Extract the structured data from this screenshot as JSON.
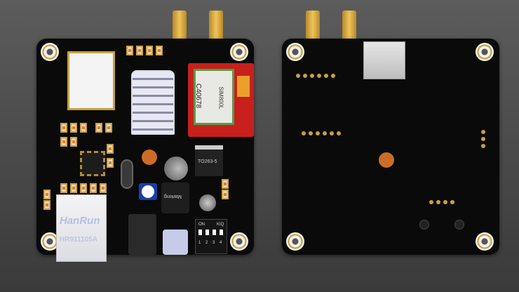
{
  "front_board": {
    "ethernet": {
      "brand": "HanRun",
      "model": "HR911105A"
    },
    "gsm_module": {
      "name": "SIM800L",
      "code": "C40678"
    },
    "regulator": {
      "label": "TO263-5"
    },
    "inductor": {
      "label": "Marking"
    },
    "dip_switch": {
      "on_label": "ON",
      "key_label": "KIQ",
      "numbers": [
        "1",
        "2",
        "3",
        "4"
      ]
    }
  },
  "colors": {
    "board": "#0a0a0a",
    "gold": "#d9a93a",
    "gsm_red": "#c8201c",
    "cursor": "#e0782c"
  }
}
